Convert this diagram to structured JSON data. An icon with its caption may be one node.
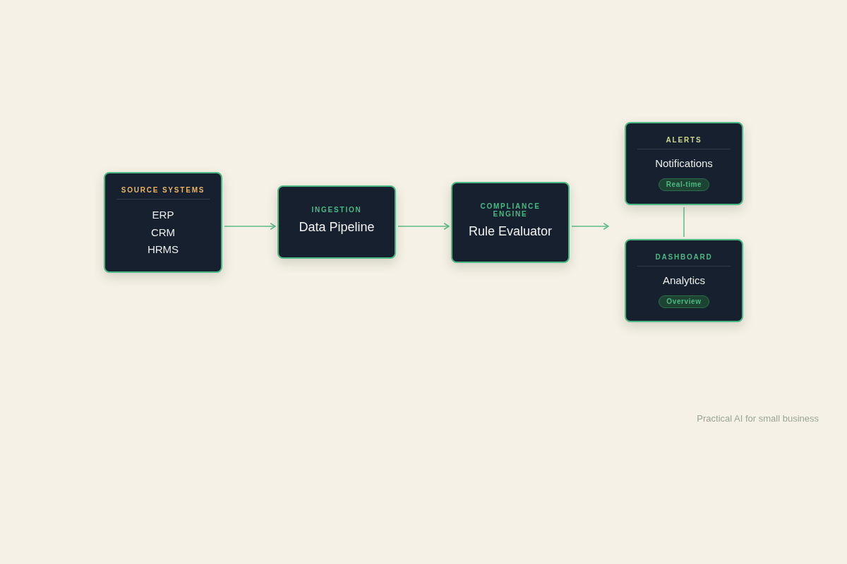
{
  "diagram": {
    "nodes": [
      {
        "text": [
          "SOURCE SYSTEMS",
          "ERP",
          "CRM",
          "HRMS"
        ]
      },
      {
        "text": [
          "INGESTION",
          "Data Pipeline"
        ]
      },
      {
        "text": [
          "COMPLIANCE ENGINE",
          "Rule Evaluator"
        ]
      },
      {
        "text": [
          "ALERTS",
          "Notifications"
        ]
      },
      {
        "text": [
          "Real-time"
        ],
        "in": 3
      },
      {
        "text": [
          "DASHBOARD",
          "Analytics"
        ]
      },
      {
        "text": [
          "Overview"
        ],
        "in": 5
      }
    ],
    "edges": [
      {
        "from": 0,
        "to": 1,
        "arrow": "to"
      },
      {
        "from": 1,
        "to": 2,
        "arrow": "to"
      },
      {
        "from": 2,
        "to": 5,
        "arrow": "to"
      },
      {
        "from": 3,
        "to": 5,
        "arrow": "none"
      }
    ],
    "labels": [
      "Practical AI for small business"
    ]
  }
}
